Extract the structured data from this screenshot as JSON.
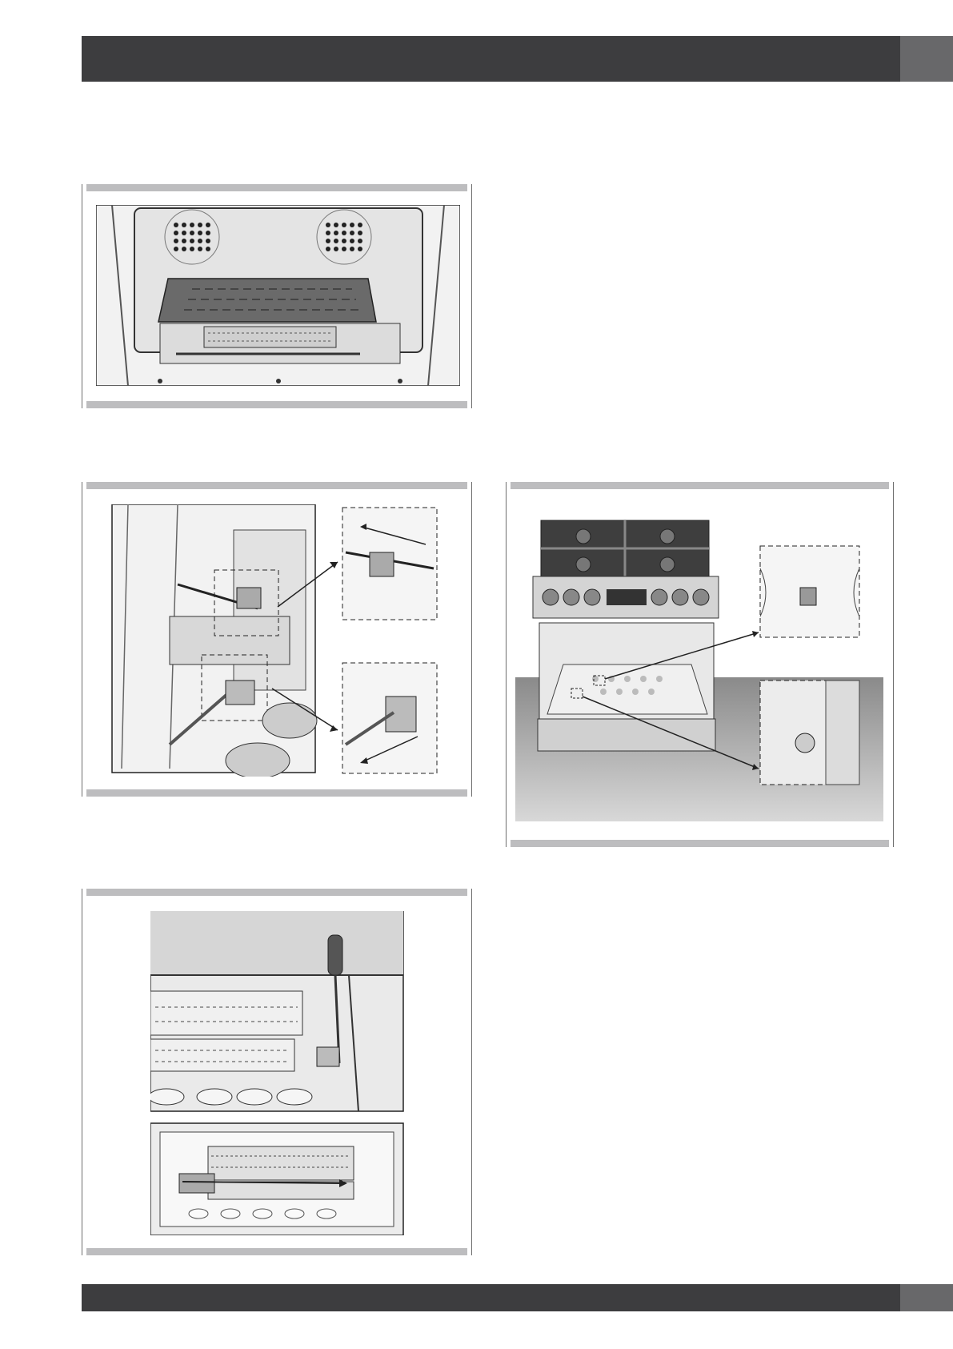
{
  "page": {
    "header_bar": "",
    "footer_bar": ""
  },
  "figures": [
    {
      "id": "oven-interior"
    },
    {
      "id": "igniter-detail"
    },
    {
      "id": "range-overview"
    },
    {
      "id": "burner-removal"
    }
  ],
  "colors": {
    "header": "#3d3d3f",
    "header_tab": "#68686a",
    "figure_bar": "#bdbdbf"
  }
}
